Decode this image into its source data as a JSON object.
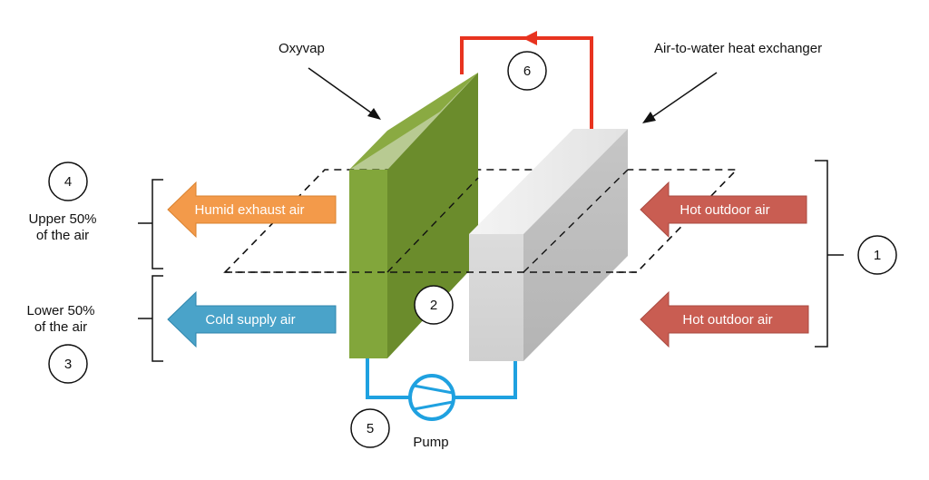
{
  "labels": {
    "oxyvap": "Oxyvap",
    "heat_exchanger": "Air-to-water heat exchanger",
    "upper": [
      "Upper 50%",
      "of the air"
    ],
    "lower": [
      "Lower 50%",
      "of the air"
    ],
    "pump": "Pump"
  },
  "arrows": {
    "humid_exhaust": "Humid exhaust air",
    "cold_supply": "Cold supply air",
    "hot_outdoor_top": "Hot outdoor air",
    "hot_outdoor_bottom": "Hot outdoor air"
  },
  "markers": [
    "1",
    "2",
    "3",
    "4",
    "5",
    "6"
  ],
  "colors": {
    "oxyvap_front": "#7fa23a",
    "oxyvap_side": "#6b8c2c",
    "oxyvap_top": "#9ab84f",
    "exchanger_front": "#d6d6d6",
    "exchanger_side": "#bdbdbd",
    "exchanger_top": "#ececec",
    "exhaust_arrow": "#f39a4a",
    "supply_arrow": "#4aa3c9",
    "hot_arrow": "#c95d52",
    "water_hot": "#e8331f",
    "water_cold": "#1fa1e0"
  }
}
